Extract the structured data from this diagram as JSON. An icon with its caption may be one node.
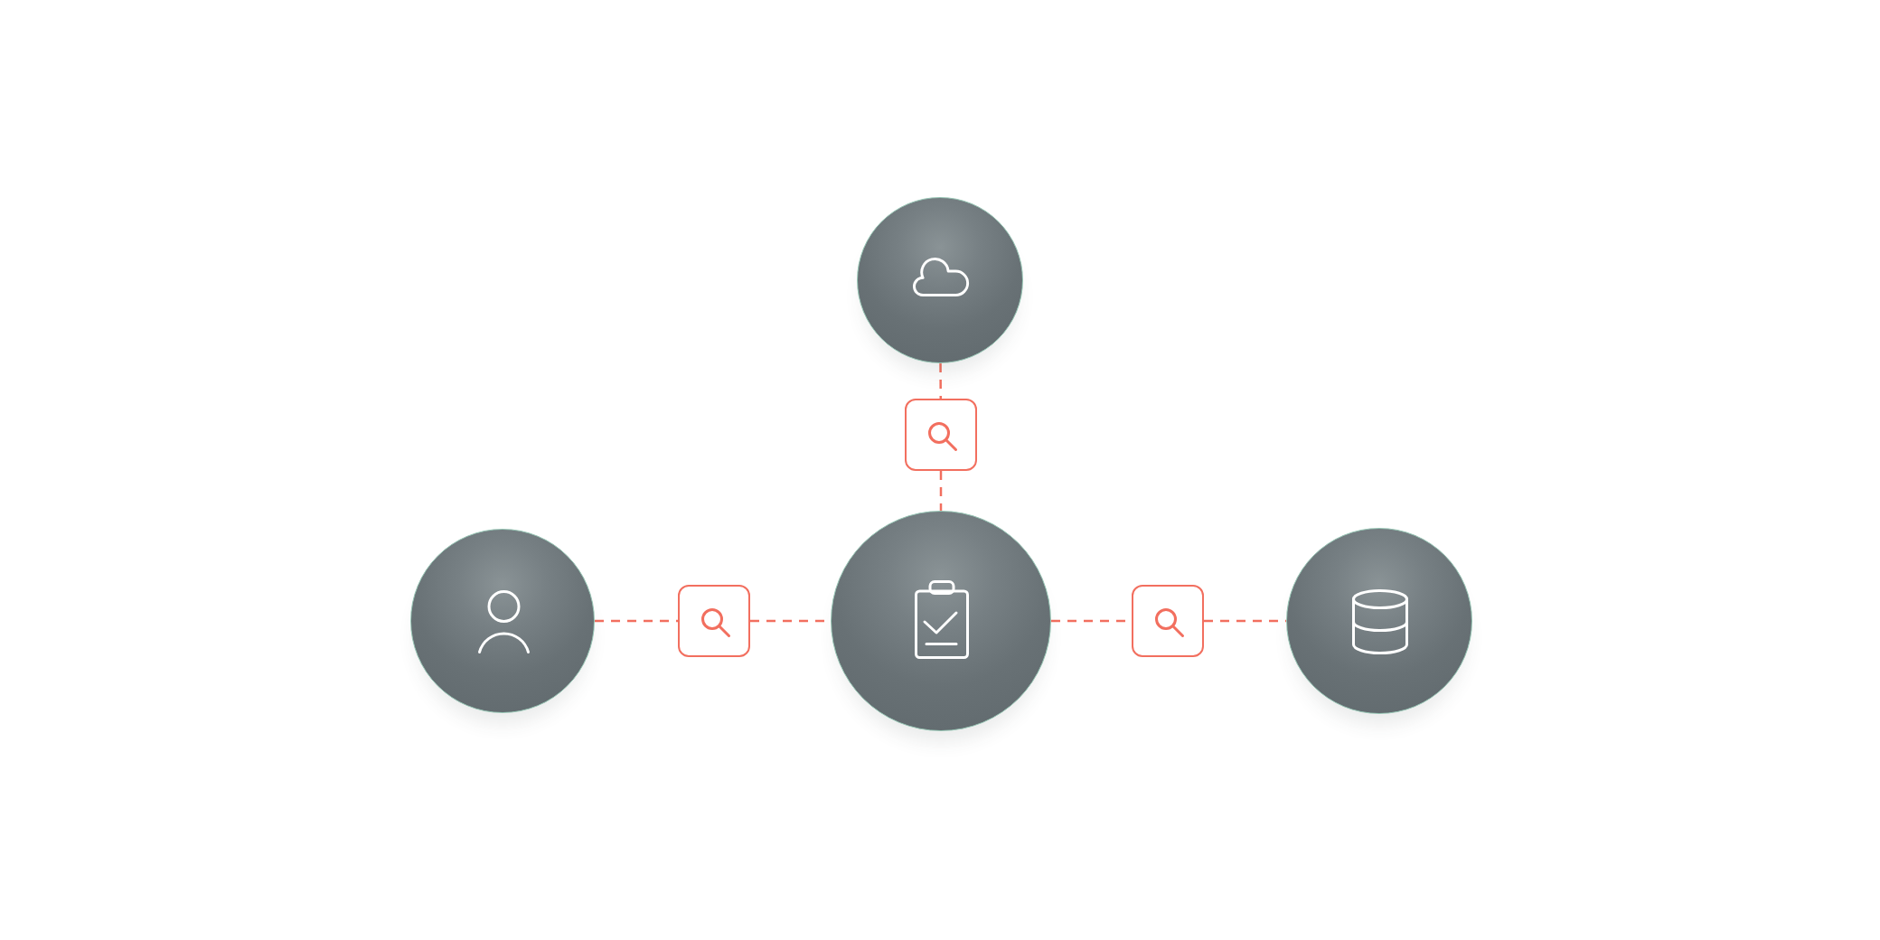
{
  "diagram": {
    "nodes": [
      {
        "text": [],
        "shape": "circle"
      },
      {
        "text": [],
        "shape": "box"
      },
      {
        "text": [],
        "shape": "circle"
      },
      {
        "text": [],
        "shape": "box"
      },
      {
        "text": [],
        "shape": "circle"
      },
      {
        "text": [],
        "shape": "box"
      },
      {
        "text": [],
        "shape": "circle"
      }
    ],
    "edges": [
      {
        "from": 0,
        "to": 1,
        "arrow": "none",
        "style": "dashed"
      },
      {
        "from": 1,
        "to": 4,
        "arrow": "none",
        "style": "dashed"
      },
      {
        "from": 2,
        "to": 3,
        "arrow": "none",
        "style": "dashed"
      },
      {
        "from": 3,
        "to": 4,
        "arrow": "none",
        "style": "dashed"
      },
      {
        "from": 4,
        "to": 5,
        "arrow": "none",
        "style": "dashed"
      },
      {
        "from": 5,
        "to": 6,
        "arrow": "none",
        "style": "dashed"
      }
    ]
  }
}
